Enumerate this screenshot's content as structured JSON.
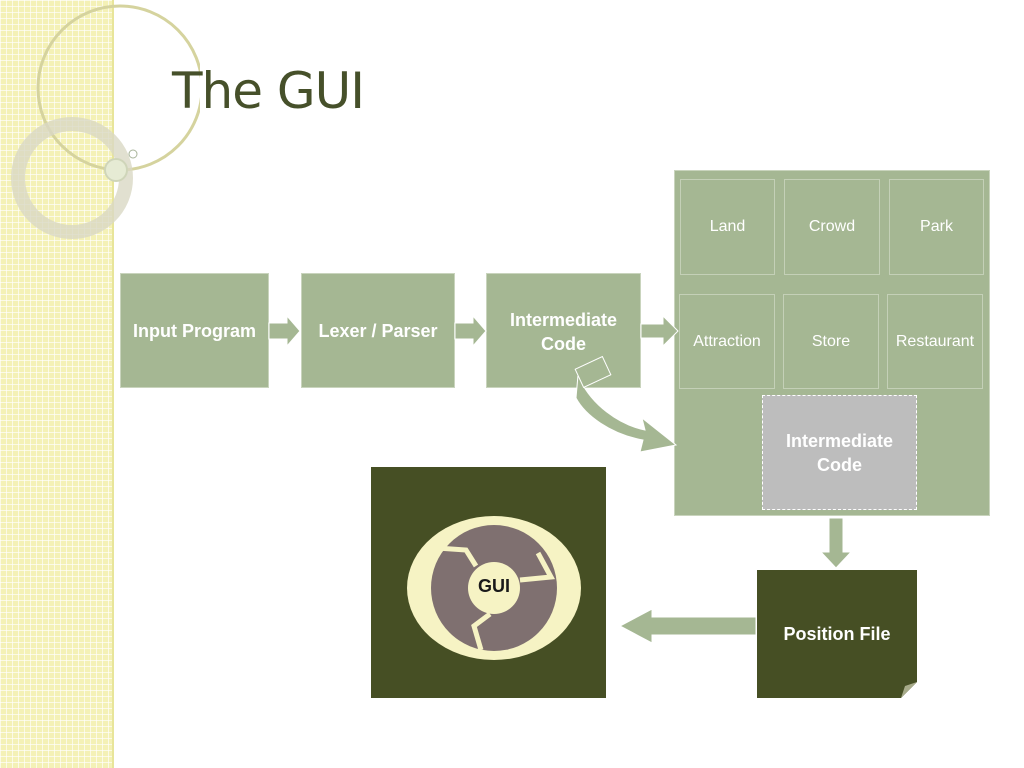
{
  "title": "The GUI",
  "flow": {
    "input_program": "Input Program",
    "lexer_parser": "Lexer / Parser",
    "intermediate_code": "Intermediate\nCode"
  },
  "panel": {
    "cells": [
      "Land",
      "Crowd",
      "Park",
      "Attraction",
      "Store",
      "Restaurant"
    ],
    "intermediate_code": "Intermediate\nCode"
  },
  "position_file": "Position File",
  "gui": "GUI",
  "colors": {
    "sage": "#a5b793",
    "olive_dark": "#464f24",
    "title": "#46502a",
    "cream": "#f6f3c4",
    "cycle": "#7f7070",
    "gray_box": "#bdbdbd"
  }
}
